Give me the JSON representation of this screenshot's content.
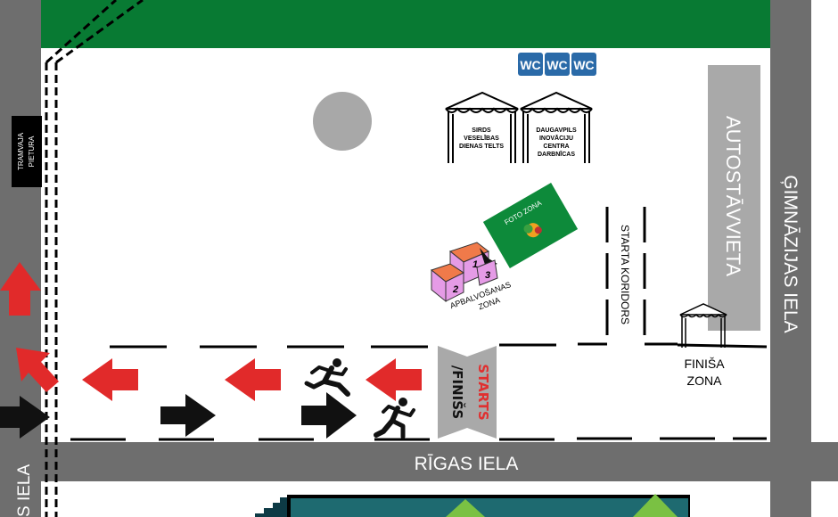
{
  "colors": {
    "road": "#6e6e6e",
    "green_area": "#087a33",
    "photo_zone": "#0d8a3a",
    "arrow_red": "#e12a2a",
    "arrow_black": "#111111",
    "wc_blue": "#2a6aa8",
    "podium": "#e59be6",
    "podium_top": "#f07a4a",
    "gray_block": "#a9a9a9",
    "gray_circle": "#a8a8a8",
    "start_red": "#e03030"
  },
  "map": {
    "tram_stop": {
      "line1": "TRAMVAJA",
      "line2": "PIETURA"
    },
    "wc": [
      "WC",
      "WC",
      "WC"
    ],
    "tent_heart": {
      "line1": "SIRDS",
      "line2": "VESELĪBAS",
      "line3": "DIENAS TELTS"
    },
    "tent_innovation": {
      "line1": "DAUGAVPILS",
      "line2": "INOVĀCIJU",
      "line3": "CENTRA",
      "line4": "DARBNĪCAS"
    },
    "parking": "AUTOSTĀVVIETA",
    "street_gimnazijas": "ĢIMNĀZIJAS IELA",
    "street_rigas": "RĪGAS IELA",
    "street_left": "S IELA",
    "photo_zone": "FOTO ZONA",
    "awards_zone": {
      "line1": "APBALVOŠANAS",
      "line2": "ZONA"
    },
    "podium_places": [
      "1",
      "2",
      "3"
    ],
    "start_corridor": "STARTA KORIDORS",
    "finish_zone": {
      "line1": "FINIŠA",
      "line2": "ZONA"
    },
    "start_banner": {
      "starts": "STARTS",
      "finiss": "/FINIŠS"
    },
    "icons": [
      "runner-icon",
      "runner-icon",
      "arrow-left-icon",
      "arrow-right-icon",
      "tent-icon",
      "wc-icon",
      "tree-icon"
    ]
  }
}
